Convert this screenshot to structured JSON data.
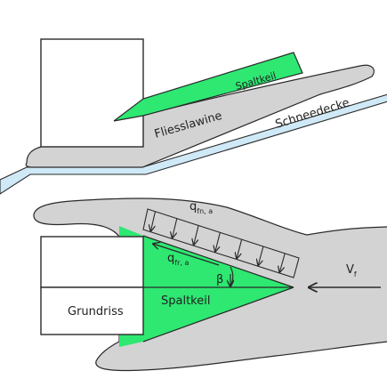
{
  "colors": {
    "avalanche": "#d3d3d3",
    "wedge": "#2ee872",
    "snow_cover": "#cfe9f7",
    "outline": "#2a2a2a",
    "background": "#ffffff"
  },
  "section_view": {
    "label_wedge": "Spaltkeil",
    "label_avalanche": "Fliesslawine",
    "label_snow_cover": "Schneedecke"
  },
  "plan_view": {
    "label_plan": "Grundriss",
    "label_wedge": "Spaltkeil",
    "label_angle": "β",
    "label_qn": "q",
    "label_qn_sub": "fn, a",
    "label_qt": "q",
    "label_qt_sub": "fr, a",
    "label_v": "V",
    "label_v_sub": "f",
    "load_arrow_count": 7,
    "icons": [
      "normal-load-arrow-icon",
      "flow-direction-arrow-icon",
      "friction-arrow-icon",
      "angle-arc-icon"
    ]
  }
}
